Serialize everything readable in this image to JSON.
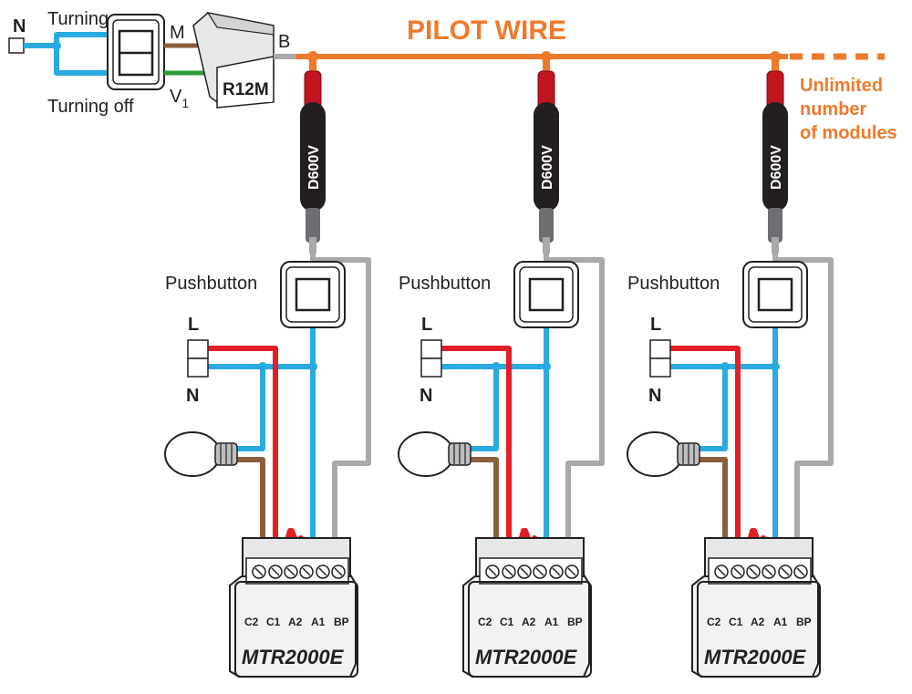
{
  "top": {
    "n_label": "N",
    "turning_on": "Turning on",
    "turning_off": "Turning off",
    "m_label": "M",
    "v_label": "V",
    "v_sub": "1",
    "b_label": "B",
    "relay_label": "R12M",
    "pilot_wire": "PILOT WIRE",
    "unlimited": [
      "Unlimited",
      "number",
      "of modules"
    ]
  },
  "modules": [
    {
      "diode": "D600V",
      "pushbutton": "Pushbutton",
      "l": "L",
      "n": "N",
      "terminals": [
        "C2",
        "C1",
        "A2",
        "A1",
        "BP"
      ],
      "name": "MTR2000E"
    },
    {
      "diode": "D600V",
      "pushbutton": "Pushbutton",
      "l": "L",
      "n": "N",
      "terminals": [
        "C2",
        "C1",
        "A2",
        "A1",
        "BP"
      ],
      "name": "MTR2000E"
    },
    {
      "diode": "D600V",
      "pushbutton": "Pushbutton",
      "l": "L",
      "n": "N",
      "terminals": [
        "C2",
        "C1",
        "A2",
        "A1",
        "BP"
      ],
      "name": "MTR2000E"
    }
  ],
  "colors": {
    "pilot": "#f07a2b",
    "neutral": "#29abe2",
    "live": "#e21f26",
    "lamp": "#8b5e3c",
    "return": "#a7a9ac",
    "green": "#2a9d3a",
    "diode_red": "#c1161f",
    "diode_black": "#231f20"
  }
}
